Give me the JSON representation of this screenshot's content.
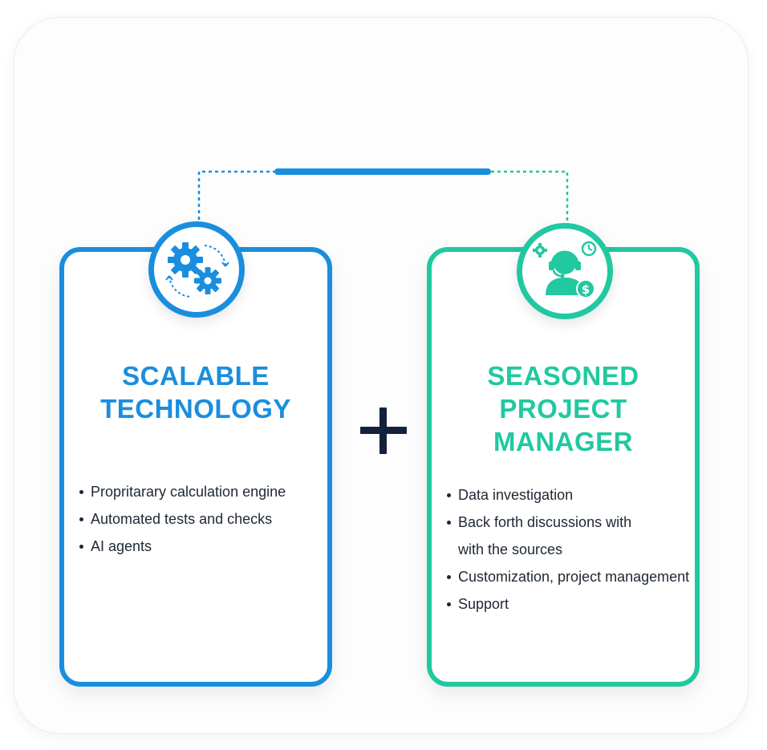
{
  "colors": {
    "technology_accent": "#1a8ede",
    "manager_accent": "#21c8a0",
    "plus_color": "#14213d",
    "text": "#1e2733"
  },
  "connector": {
    "style": "dotted-with-solid-center-bar",
    "color": "#1a8ede"
  },
  "technology": {
    "icon": "gears-icon",
    "title_line1": "SCALABLE",
    "title_line2": "TECHNOLOGY",
    "items": [
      "Propritarary calculation engine",
      "Automated tests and checks",
      "AI agents"
    ]
  },
  "operator": {
    "symbol": "plus-icon"
  },
  "manager": {
    "icon": "support-agent-icon",
    "title_line1": "SEASONED",
    "title_line2": "PROJECT",
    "title_line3": "MANAGER",
    "items": [
      "Data investigation",
      "Back forth discussions with",
      "with the sources",
      "Customization, project management",
      "Support"
    ]
  }
}
